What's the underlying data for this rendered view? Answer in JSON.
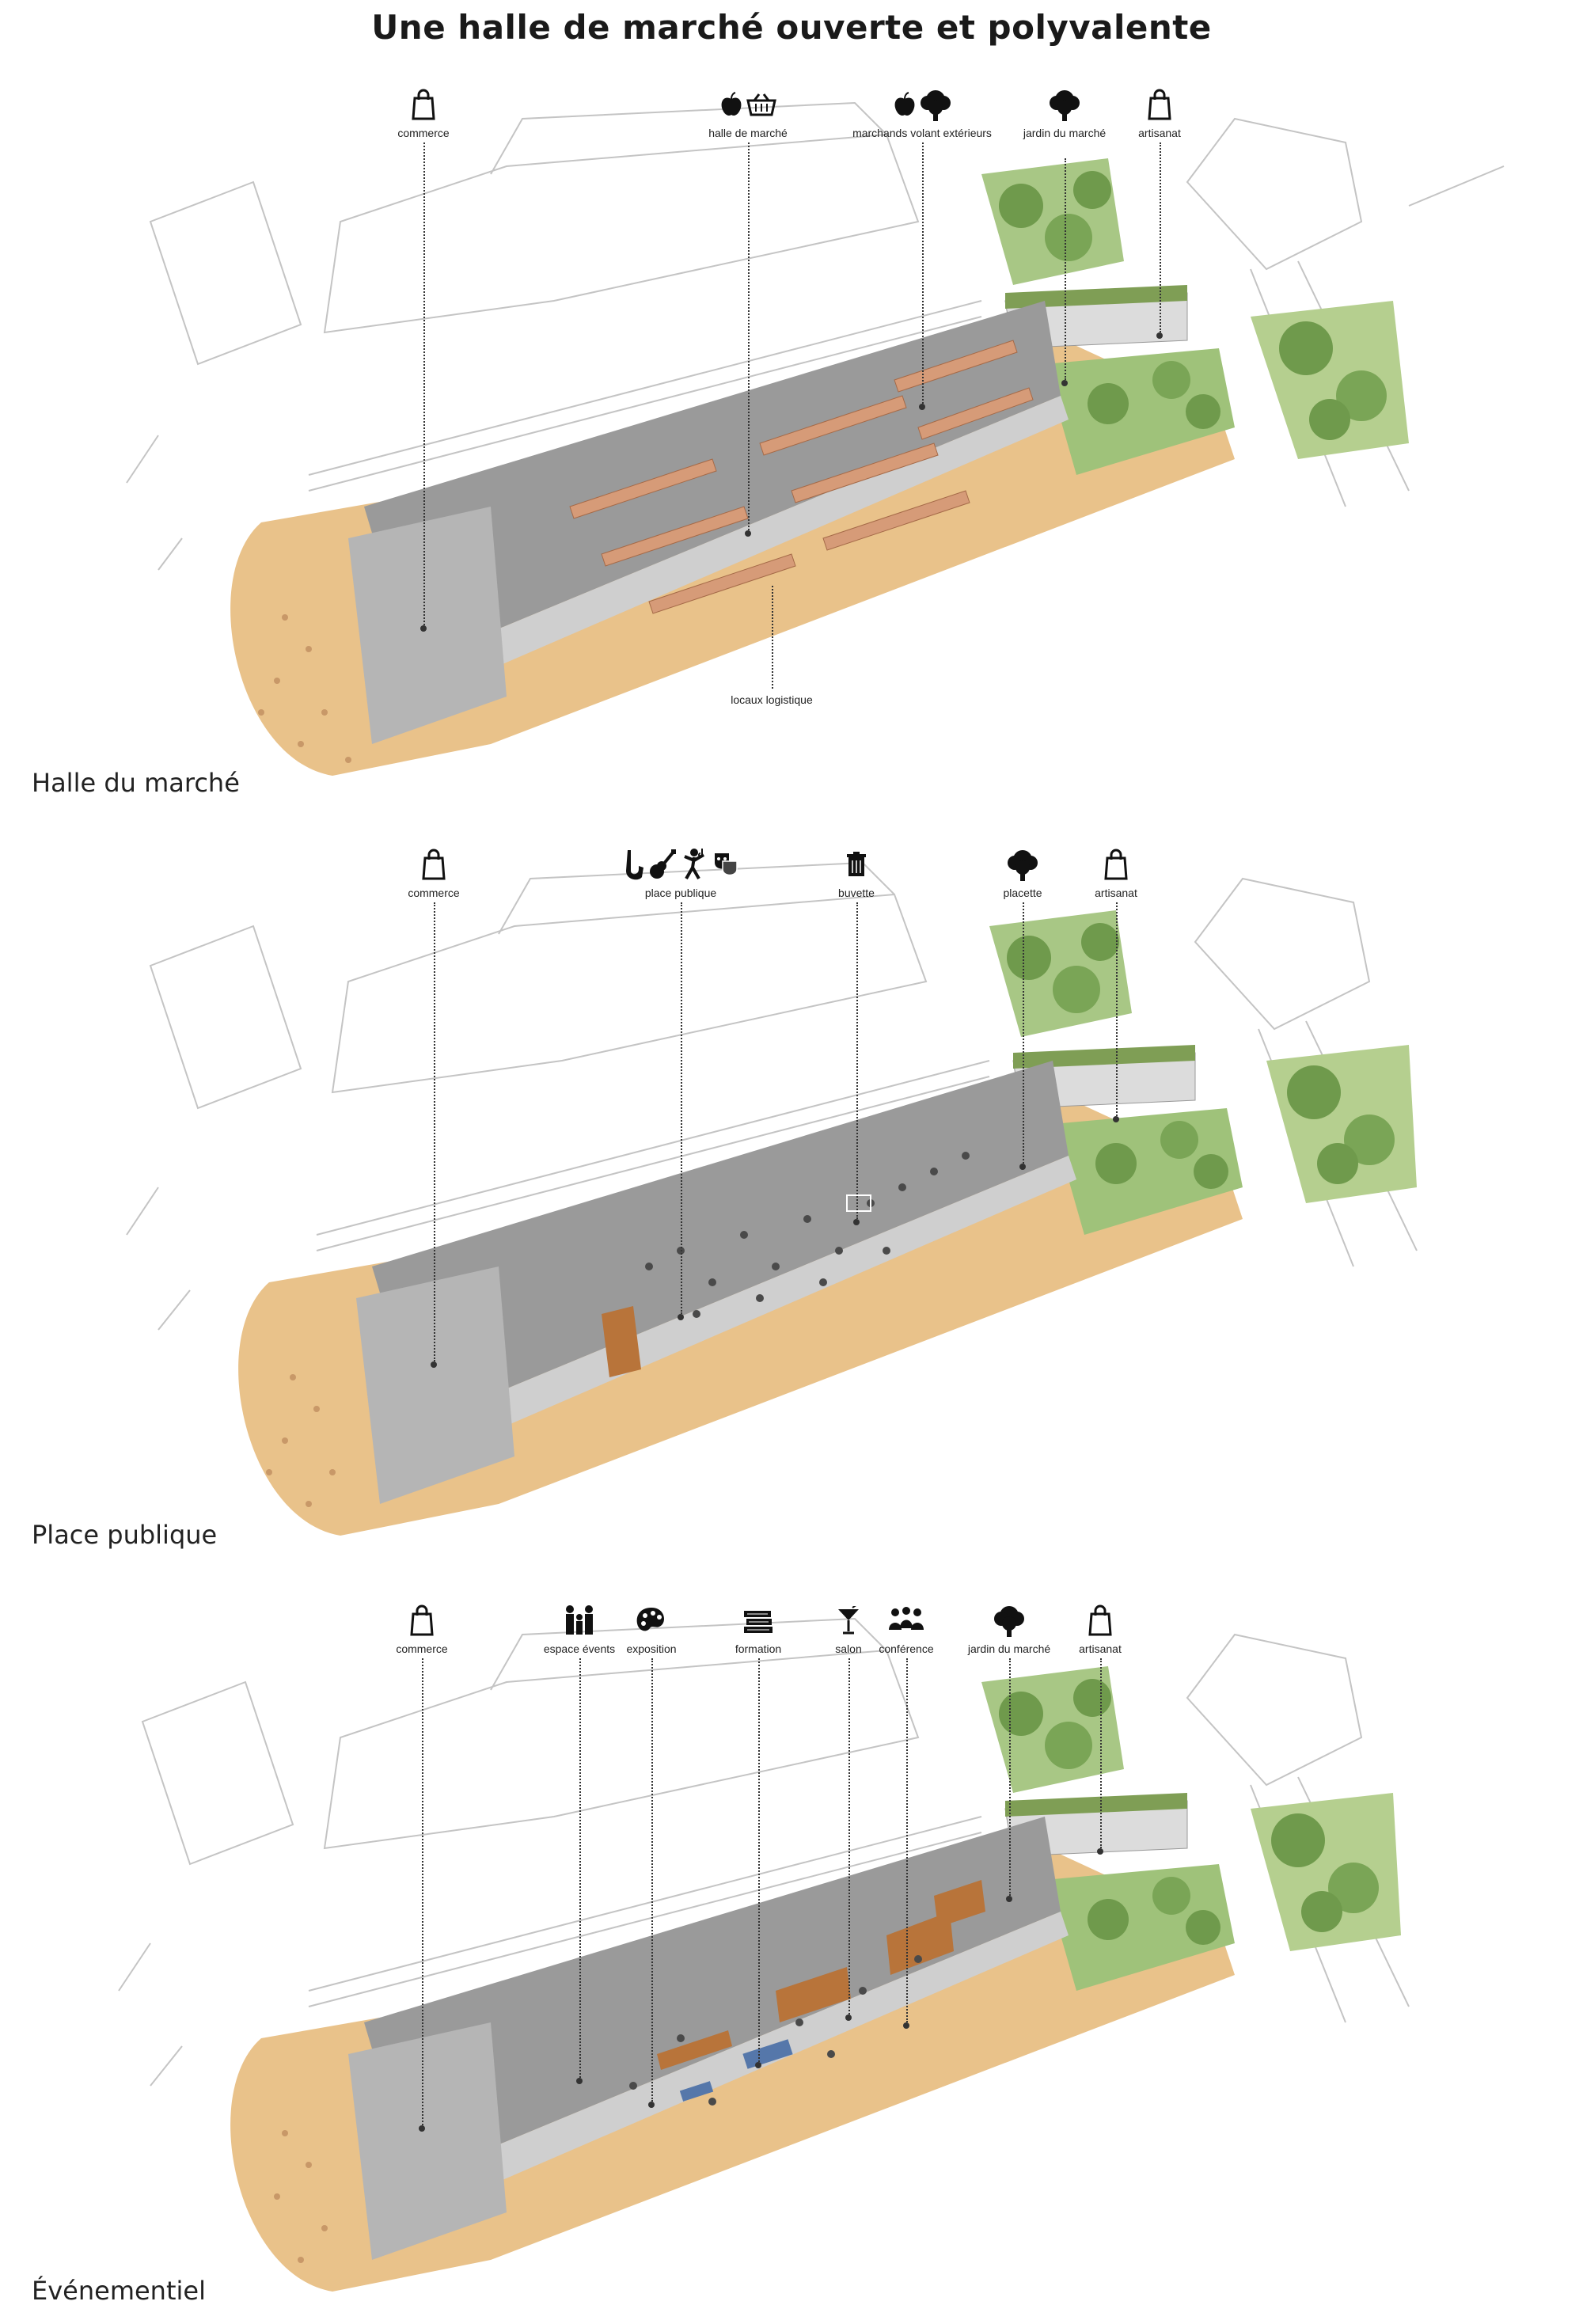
{
  "title": "Une halle de marché ouverte et polyvalente",
  "colors": {
    "ground": "#e9c28a",
    "ground_dark": "#d7a866",
    "roof_gray": "#8c8c8c",
    "stall": "#d69b78",
    "garden": "#9fc27a",
    "tree": "#6f9a4c",
    "line": "#bdbdbd",
    "wood": "#b8743a"
  },
  "panels": [
    {
      "label": "Halle du marché",
      "callouts": [
        {
          "label": "commerce",
          "icons": [
            "shopping-bag-icon"
          ]
        },
        {
          "label": "halle de marché",
          "icons": [
            "apple-icon",
            "basket-icon"
          ]
        },
        {
          "label": "marchands volant extérieurs",
          "icons": [
            "apple-icon",
            "tree-icon"
          ]
        },
        {
          "label": "jardin du marché",
          "icons": [
            "tree-icon"
          ]
        },
        {
          "label": "artisanat",
          "icons": [
            "shopping-bag-icon"
          ]
        },
        {
          "label": "locaux logistique",
          "icons": []
        }
      ]
    },
    {
      "label": "Place publique",
      "callouts": [
        {
          "label": "commerce",
          "icons": [
            "shopping-bag-icon"
          ]
        },
        {
          "label": "place publique",
          "icons": [
            "saxophone-icon",
            "guitar-icon",
            "dancer-icon",
            "theatre-masks-icon"
          ]
        },
        {
          "label": "buvette",
          "icons": [
            "trash-bin-icon"
          ]
        },
        {
          "label": "placette",
          "icons": [
            "tree-icon"
          ]
        },
        {
          "label": "artisanat",
          "icons": [
            "shopping-bag-icon"
          ]
        }
      ]
    },
    {
      "label": "Événementiel",
      "callouts": [
        {
          "label": "commerce",
          "icons": [
            "shopping-bag-icon"
          ]
        },
        {
          "label": "espace évents",
          "icons": [
            "family-icon"
          ]
        },
        {
          "label": "exposition",
          "icons": [
            "palette-icon"
          ]
        },
        {
          "label": "formation",
          "icons": [
            "books-icon"
          ]
        },
        {
          "label": "salon",
          "icons": [
            "cocktail-icon"
          ]
        },
        {
          "label": "conférence",
          "icons": [
            "audience-icon"
          ]
        },
        {
          "label": "jardin du marché",
          "icons": [
            "tree-icon"
          ]
        },
        {
          "label": "artisanat",
          "icons": [
            "shopping-bag-icon"
          ]
        }
      ]
    }
  ]
}
